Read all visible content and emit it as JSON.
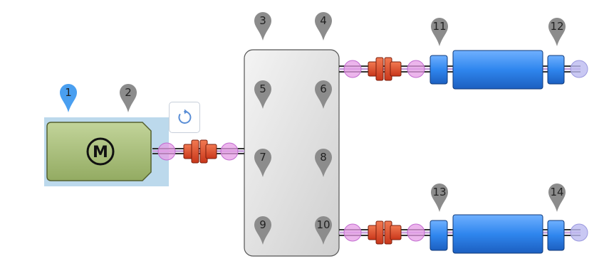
{
  "colors": {
    "pin_selected": "#4a9ff0",
    "pin_default": "#8c8c8c",
    "motor_fill": "#a7bd77",
    "motor_highlight": "#bcd9ec",
    "gearbox_fill": "#dcdcdc",
    "coupling": "#e04a2a",
    "bearing": "#3b83dd",
    "shaft_ring_pink": "#e59ce6",
    "shaft_ring_lavender": "#bbbaf0",
    "rotate_icon": "#5a8ed6"
  },
  "motor": {
    "label": "M"
  },
  "rotate_button": {
    "icon": "rotate-icon"
  },
  "pins": [
    {
      "id": "pin-1",
      "label": "1",
      "selected": true
    },
    {
      "id": "pin-2",
      "label": "2",
      "selected": false
    },
    {
      "id": "pin-3",
      "label": "3",
      "selected": false
    },
    {
      "id": "pin-4",
      "label": "4",
      "selected": false
    },
    {
      "id": "pin-5",
      "label": "5",
      "selected": false
    },
    {
      "id": "pin-6",
      "label": "6",
      "selected": false
    },
    {
      "id": "pin-7",
      "label": "7",
      "selected": false
    },
    {
      "id": "pin-8",
      "label": "8",
      "selected": false
    },
    {
      "id": "pin-9",
      "label": "9",
      "selected": false
    },
    {
      "id": "pin-10",
      "label": "10",
      "selected": false
    },
    {
      "id": "pin-11",
      "label": "11",
      "selected": false
    },
    {
      "id": "pin-12",
      "label": "12",
      "selected": false
    },
    {
      "id": "pin-13",
      "label": "13",
      "selected": false
    },
    {
      "id": "pin-14",
      "label": "14",
      "selected": false
    }
  ]
}
